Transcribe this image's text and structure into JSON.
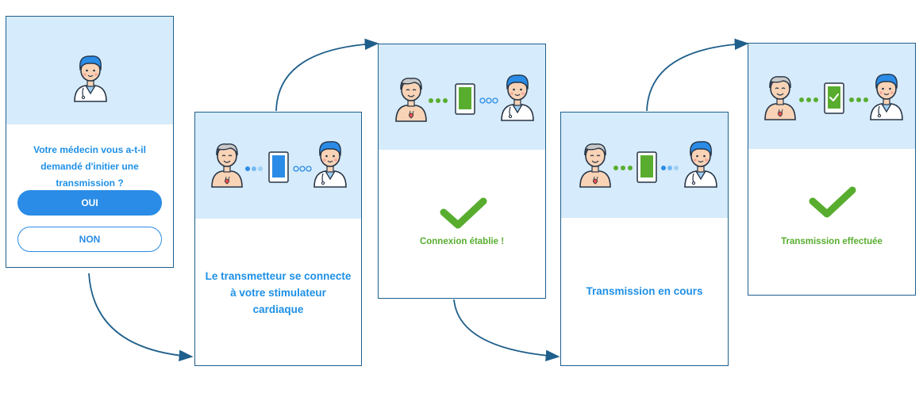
{
  "step1": {
    "question": "Votre médecin vous a-t-il demandé d'initier une transmission ?",
    "button_yes": "OUI",
    "button_no": "NON"
  },
  "step2": {
    "message": "Le transmetteur se connecte à votre stimulateur cardiaque"
  },
  "step3": {
    "message": "Connexion établie !"
  },
  "step4": {
    "message": "Transmission en cours"
  },
  "step5": {
    "message": "Transmission effectuée"
  },
  "colors": {
    "accent_blue": "#1e90e6",
    "success_green": "#58ad2f",
    "panel_blue": "#d6ebfb",
    "arrow": "#1f5f8b"
  }
}
